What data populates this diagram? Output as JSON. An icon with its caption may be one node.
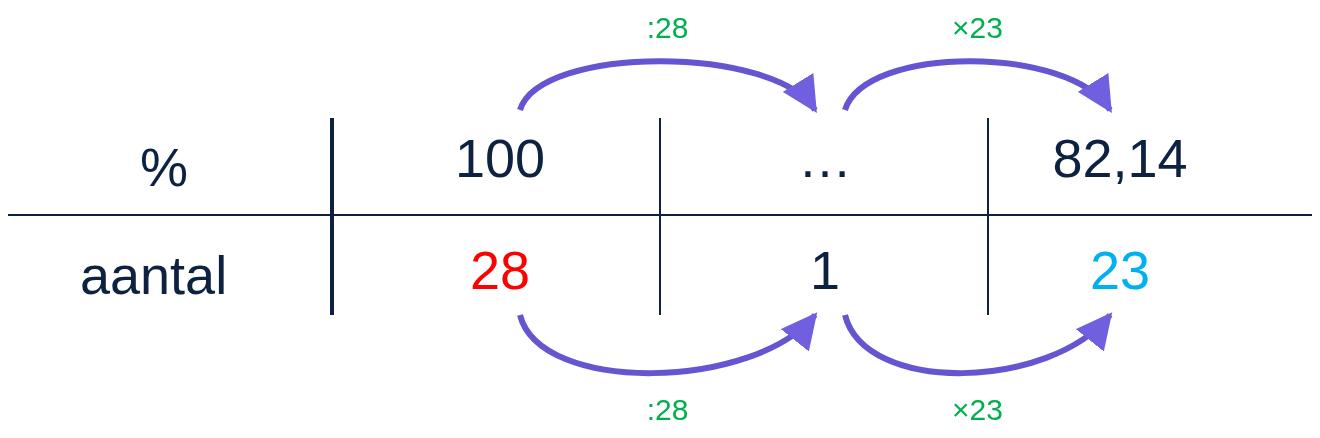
{
  "diagram": {
    "nodes": [
      {
        "text": [
          "100"
        ]
      },
      {
        "text": [
          "…"
        ]
      },
      {
        "text": [
          "82,14"
        ]
      },
      {
        "text": [
          "28"
        ]
      },
      {
        "text": [
          "1"
        ]
      },
      {
        "text": [
          "23"
        ]
      }
    ],
    "edges": [
      {
        "from": 0,
        "to": 1,
        "arrow": "to",
        "label": ":28"
      },
      {
        "from": 1,
        "to": 2,
        "arrow": "to",
        "label": "×23"
      },
      {
        "from": 3,
        "to": 4,
        "arrow": "to",
        "label": ":28"
      },
      {
        "from": 4,
        "to": 5,
        "arrow": "to",
        "label": "×23"
      }
    ],
    "labels": [
      "%",
      "aantal"
    ]
  }
}
